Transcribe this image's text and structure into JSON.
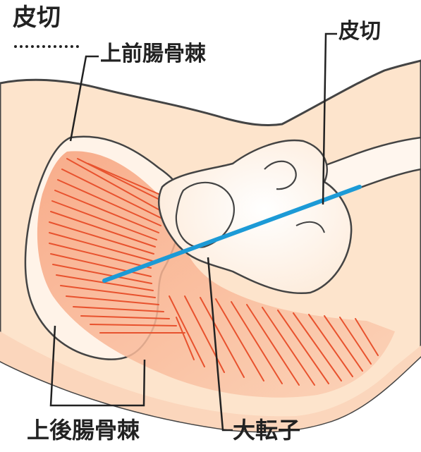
{
  "legend": {
    "title": "皮切"
  },
  "labels": {
    "asis": "上前腸骨棘",
    "incision": "皮切",
    "psis": "上後腸骨棘",
    "trochanter": "大転子"
  },
  "colors": {
    "skin": "#fde4cc",
    "skin_light": "#fff3e8",
    "muscle_fill": "#f6b391",
    "muscle_fiber": "#e8522e",
    "incision": "#1c9ad6",
    "outline": "#444444"
  }
}
